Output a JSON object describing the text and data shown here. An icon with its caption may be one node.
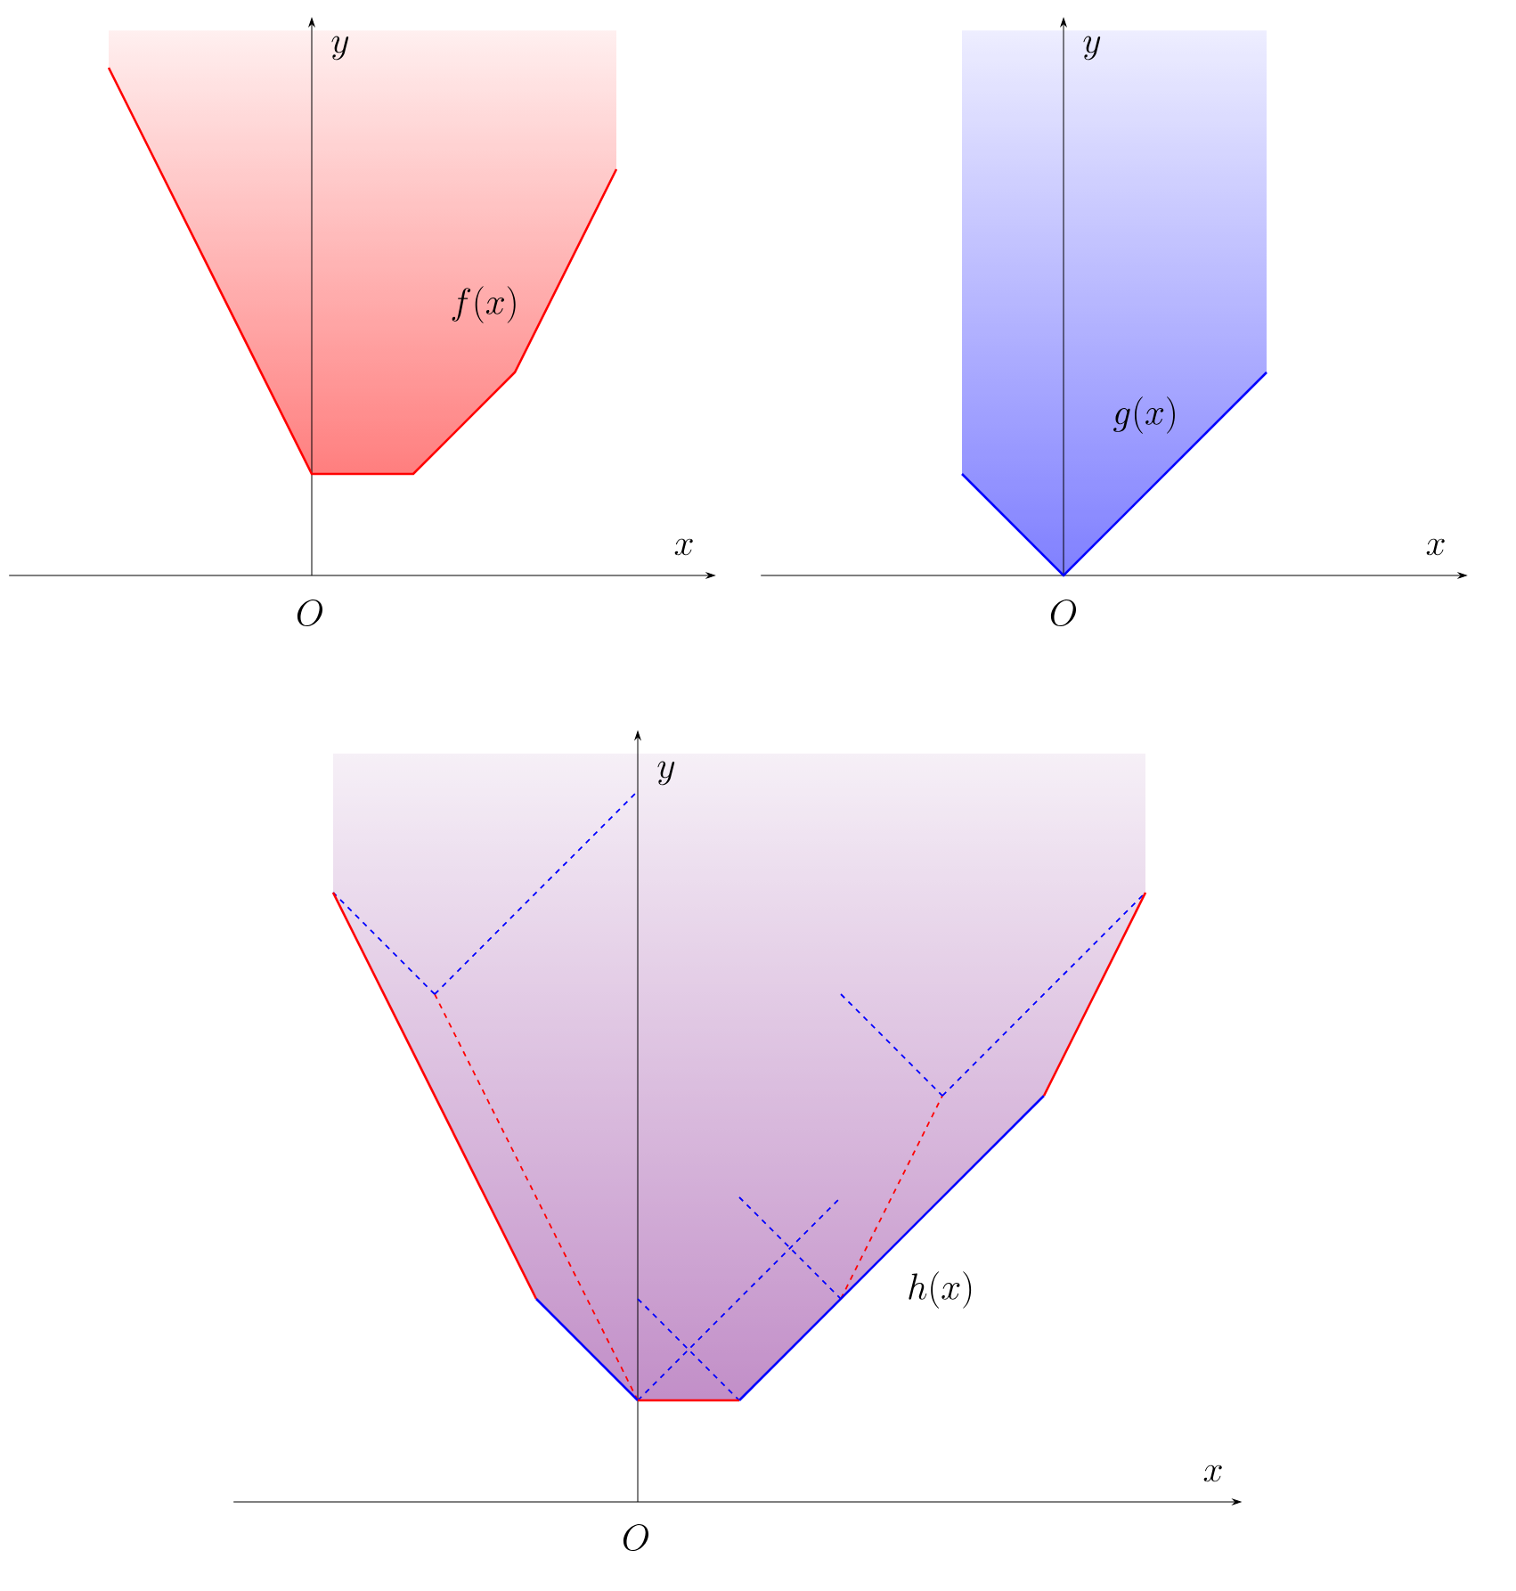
{
  "diagram": {
    "labels": [
      "y",
      "y",
      "f(x)",
      "g(x)",
      "x",
      "x",
      "O",
      "O",
      "y",
      "h(x)",
      "x",
      "O"
    ]
  }
}
